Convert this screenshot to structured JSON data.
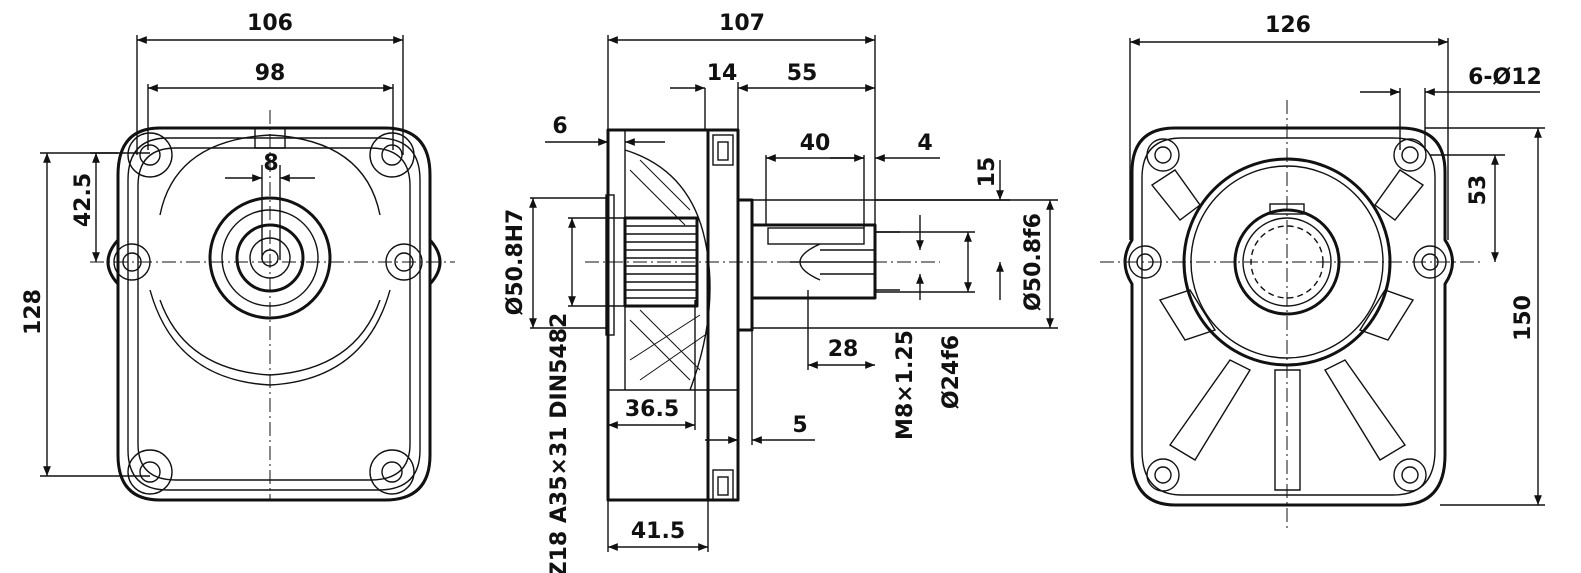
{
  "front_view": {
    "overall_width": "106",
    "hole_spacing": "98",
    "slot_width": "8",
    "height": "128",
    "center_offset": "42.5"
  },
  "side_view": {
    "overall_length": "107",
    "flange_thickness": "14",
    "shaft_length": "55",
    "step_length": "6",
    "key_length": "40",
    "shaft_end_offset": "4",
    "key_height": "15",
    "thread_depth": "28",
    "pilot_length": "36.5",
    "shaft_step": "5",
    "body_length": "41.5",
    "spline_spec": "Z18  A35×31 DIN5482",
    "bore_dia": "Ø50.8H7",
    "pilot_dia": "Ø50.8f6",
    "thread": "M8×1.25",
    "shaft_dia": "Ø24f6"
  },
  "rear_view": {
    "overall_width": "126",
    "holes": "6-Ø12",
    "hole_offset": "53",
    "height": "150"
  }
}
